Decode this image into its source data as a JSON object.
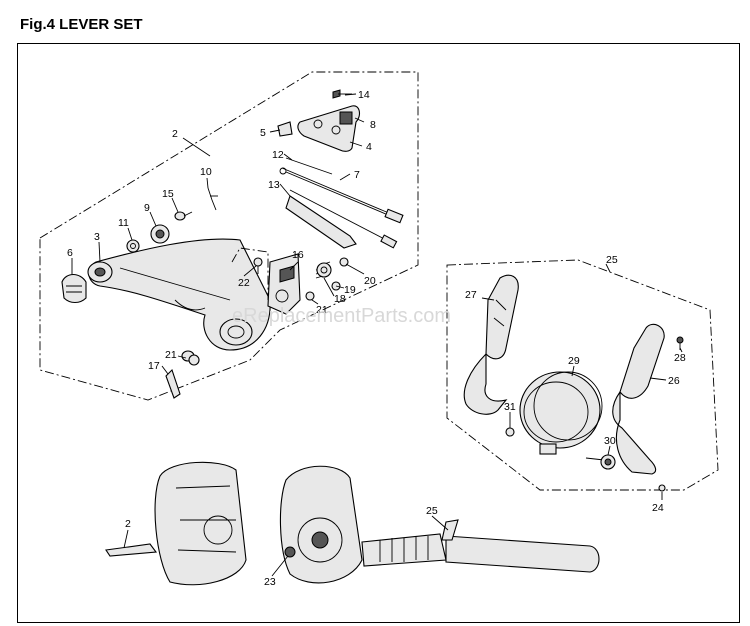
{
  "figure": {
    "title": "Fig.4 LEVER SET",
    "watermark": "eReplacementParts.com"
  },
  "callouts": {
    "c2a": "2",
    "c14": "14",
    "c8": "8",
    "c5": "5",
    "c4": "4",
    "c12": "12",
    "c7": "7",
    "c13": "13",
    "c10": "10",
    "c15": "15",
    "c9": "9",
    "c11": "11",
    "c3": "3",
    "c6": "6",
    "c16": "16",
    "c20": "20",
    "c22": "22",
    "c19": "19",
    "c18": "18",
    "c21a": "21",
    "c21b": "21",
    "c17": "17",
    "c25a": "25",
    "c27": "27",
    "c29": "29",
    "c28": "28",
    "c26": "26",
    "c31": "31",
    "c30": "30",
    "c24": "24",
    "c2b": "2",
    "c25b": "25",
    "c23": "23"
  }
}
